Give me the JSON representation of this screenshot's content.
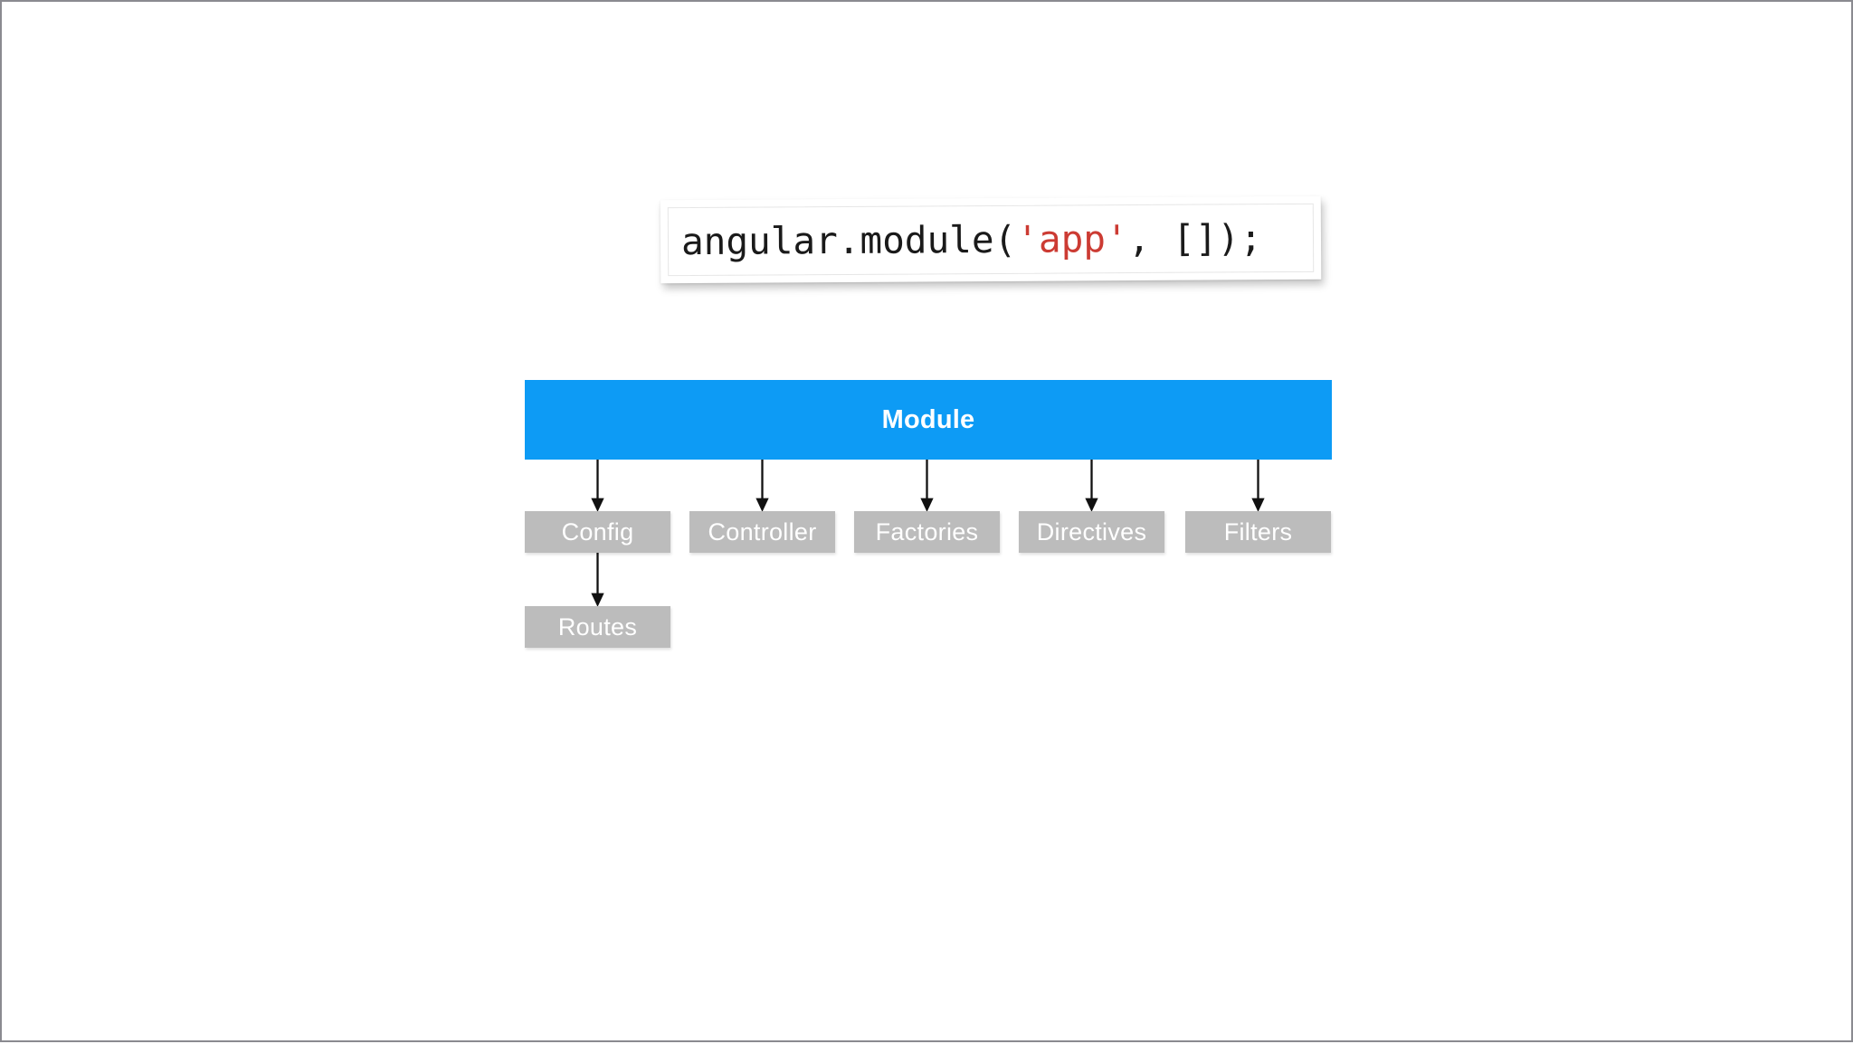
{
  "slide": {
    "background_color": "#ffffff",
    "border_color": "#8a8a90"
  },
  "code_snippet": {
    "name": "angular-module-declaration",
    "prefix": "angular.module(",
    "string_literal": "'app'",
    "suffix": ", []);",
    "full_text": "angular.module('app', []);",
    "string_color": "#cc3b33",
    "text_color": "#1a1a1a",
    "background_color": "#ffffff"
  },
  "diagram": {
    "root": {
      "label": "Module",
      "color": "#0d9bf5",
      "text_color": "#ffffff"
    },
    "children": [
      {
        "label": "Config",
        "color": "#bcbcbc",
        "text_color": "#ffffff"
      },
      {
        "label": "Controller",
        "color": "#bcbcbc",
        "text_color": "#ffffff"
      },
      {
        "label": "Factories",
        "color": "#bcbcbc",
        "text_color": "#ffffff"
      },
      {
        "label": "Directives",
        "color": "#bcbcbc",
        "text_color": "#ffffff"
      },
      {
        "label": "Filters",
        "color": "#bcbcbc",
        "text_color": "#ffffff"
      }
    ],
    "grandchildren": [
      {
        "label": "Routes",
        "parent": "Config",
        "color": "#bcbcbc",
        "text_color": "#ffffff"
      }
    ],
    "connector_color": "#111111"
  }
}
